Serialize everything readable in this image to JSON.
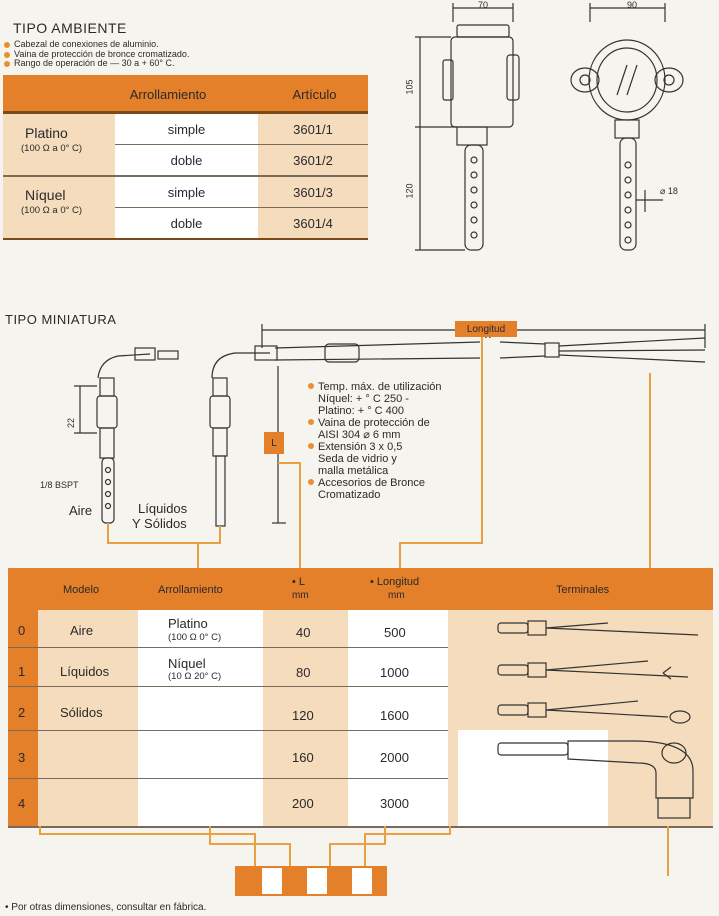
{
  "ambiente": {
    "title": "TIPO AMBIENTE",
    "bullets": [
      "Cabezal de conexiones de aluminio.",
      "Vaina de protección de bronce cromatizado.",
      "Rango de operación de — 30 a + 60° C."
    ],
    "table": {
      "headers": [
        "Arrollamiento",
        "Artículo"
      ],
      "groups": [
        {
          "name": "Platino",
          "spec": "(100 Ω a 0° C)",
          "rows": [
            {
              "type": "simple",
              "code": "3601/1"
            },
            {
              "type": "doble",
              "code": "3601/2"
            }
          ]
        },
        {
          "name": "Níquel",
          "spec": "(100 Ω a 0° C)",
          "rows": [
            {
              "type": "simple",
              "code": "3601/3"
            },
            {
              "type": "doble",
              "code": "3601/4"
            }
          ]
        }
      ]
    },
    "dims": {
      "w70": "70",
      "w90": "90",
      "h105": "105",
      "h120": "120",
      "dia": "⌀ 18"
    }
  },
  "miniatura": {
    "title": "TIPO MINIATURA",
    "longitud_label": "Longitud",
    "l_label": "L",
    "dim22": "22",
    "bspt": "1/8 BSPT",
    "aire": "Aire",
    "liquidos": "Líquidos",
    "solidos": "Y Sólidos",
    "features": [
      "Temp. máx. de utilización",
      "Níquel: + ° C 250 -",
      "Platino: + ° C 400",
      "Vaina de protección de",
      "AISI 304 ⌀ 6 mm",
      "Extensión 3 x 0,5",
      "Seda de vidrio y",
      "malla metálica",
      "Accesorios de Bronce",
      "Cromatizado"
    ],
    "table": {
      "headers": {
        "modelo": "Modelo",
        "arrollamiento": "Arrollamiento",
        "l": "• L",
        "l_unit": "mm",
        "longitud": "• Longitud",
        "longitud_unit": "mm",
        "terminales": "Terminales"
      },
      "rows": [
        {
          "num": "0",
          "modelo": "Aire",
          "arr": "Platino",
          "arr_spec": "(100 Ω 0° C)",
          "l": "40",
          "longitud": "500"
        },
        {
          "num": "1",
          "modelo": "Líquidos",
          "arr": "Níquel",
          "arr_spec": "(10 Ω 20° C)",
          "l": "80",
          "longitud": "1000"
        },
        {
          "num": "2",
          "modelo": "Sólidos",
          "arr": "",
          "arr_spec": "",
          "l": "120",
          "longitud": "1600"
        },
        {
          "num": "3",
          "modelo": "",
          "arr": "",
          "arr_spec": "",
          "l": "160",
          "longitud": "2000"
        },
        {
          "num": "4",
          "modelo": "",
          "arr": "",
          "arr_spec": "",
          "l": "200",
          "longitud": "3000"
        }
      ]
    },
    "footnote": "• Por otras dimensiones, consultar en fábrica."
  }
}
